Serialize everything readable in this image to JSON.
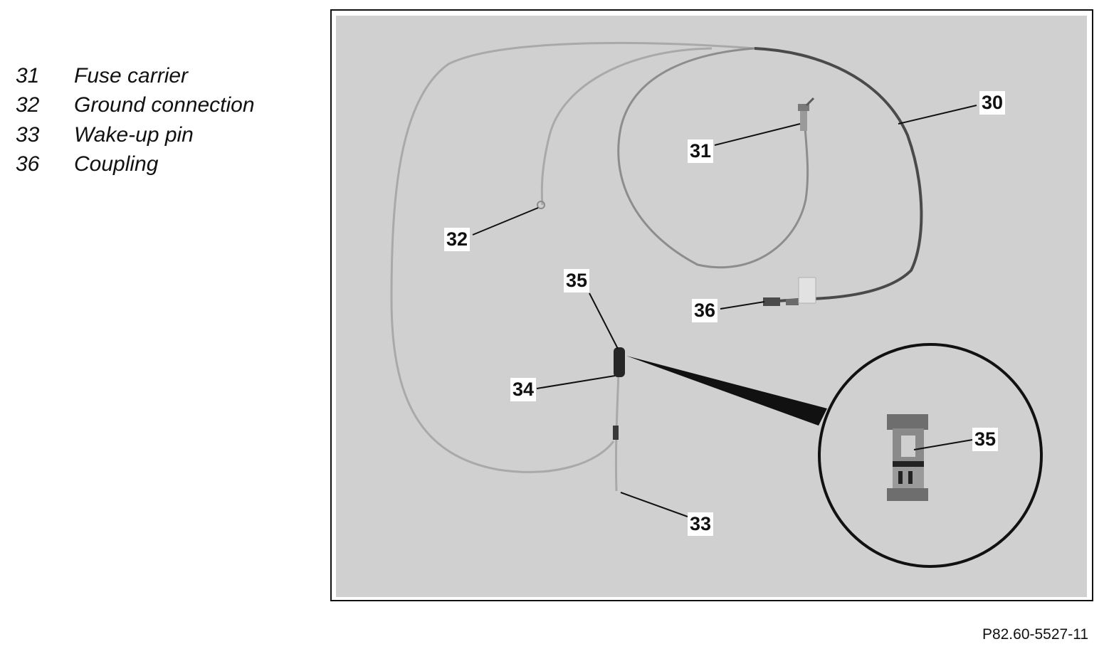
{
  "legend": [
    {
      "num": "31",
      "label": "Fuse carrier"
    },
    {
      "num": "32",
      "label": "Ground connection"
    },
    {
      "num": "33",
      "label": "Wake-up pin"
    },
    {
      "num": "36",
      "label": "Coupling"
    }
  ],
  "callouts": {
    "c30": "30",
    "c31": "31",
    "c32": "32",
    "c33": "33",
    "c34": "34",
    "c35": "35",
    "c35_detail": "35",
    "c36": "36"
  },
  "figure_id": "P82.60-5527-11",
  "colors": {
    "panel": "#d0d0d0",
    "cable_light": "#a9a9a9",
    "cable_dark": "#4a4a4a",
    "frame": "#111111"
  }
}
